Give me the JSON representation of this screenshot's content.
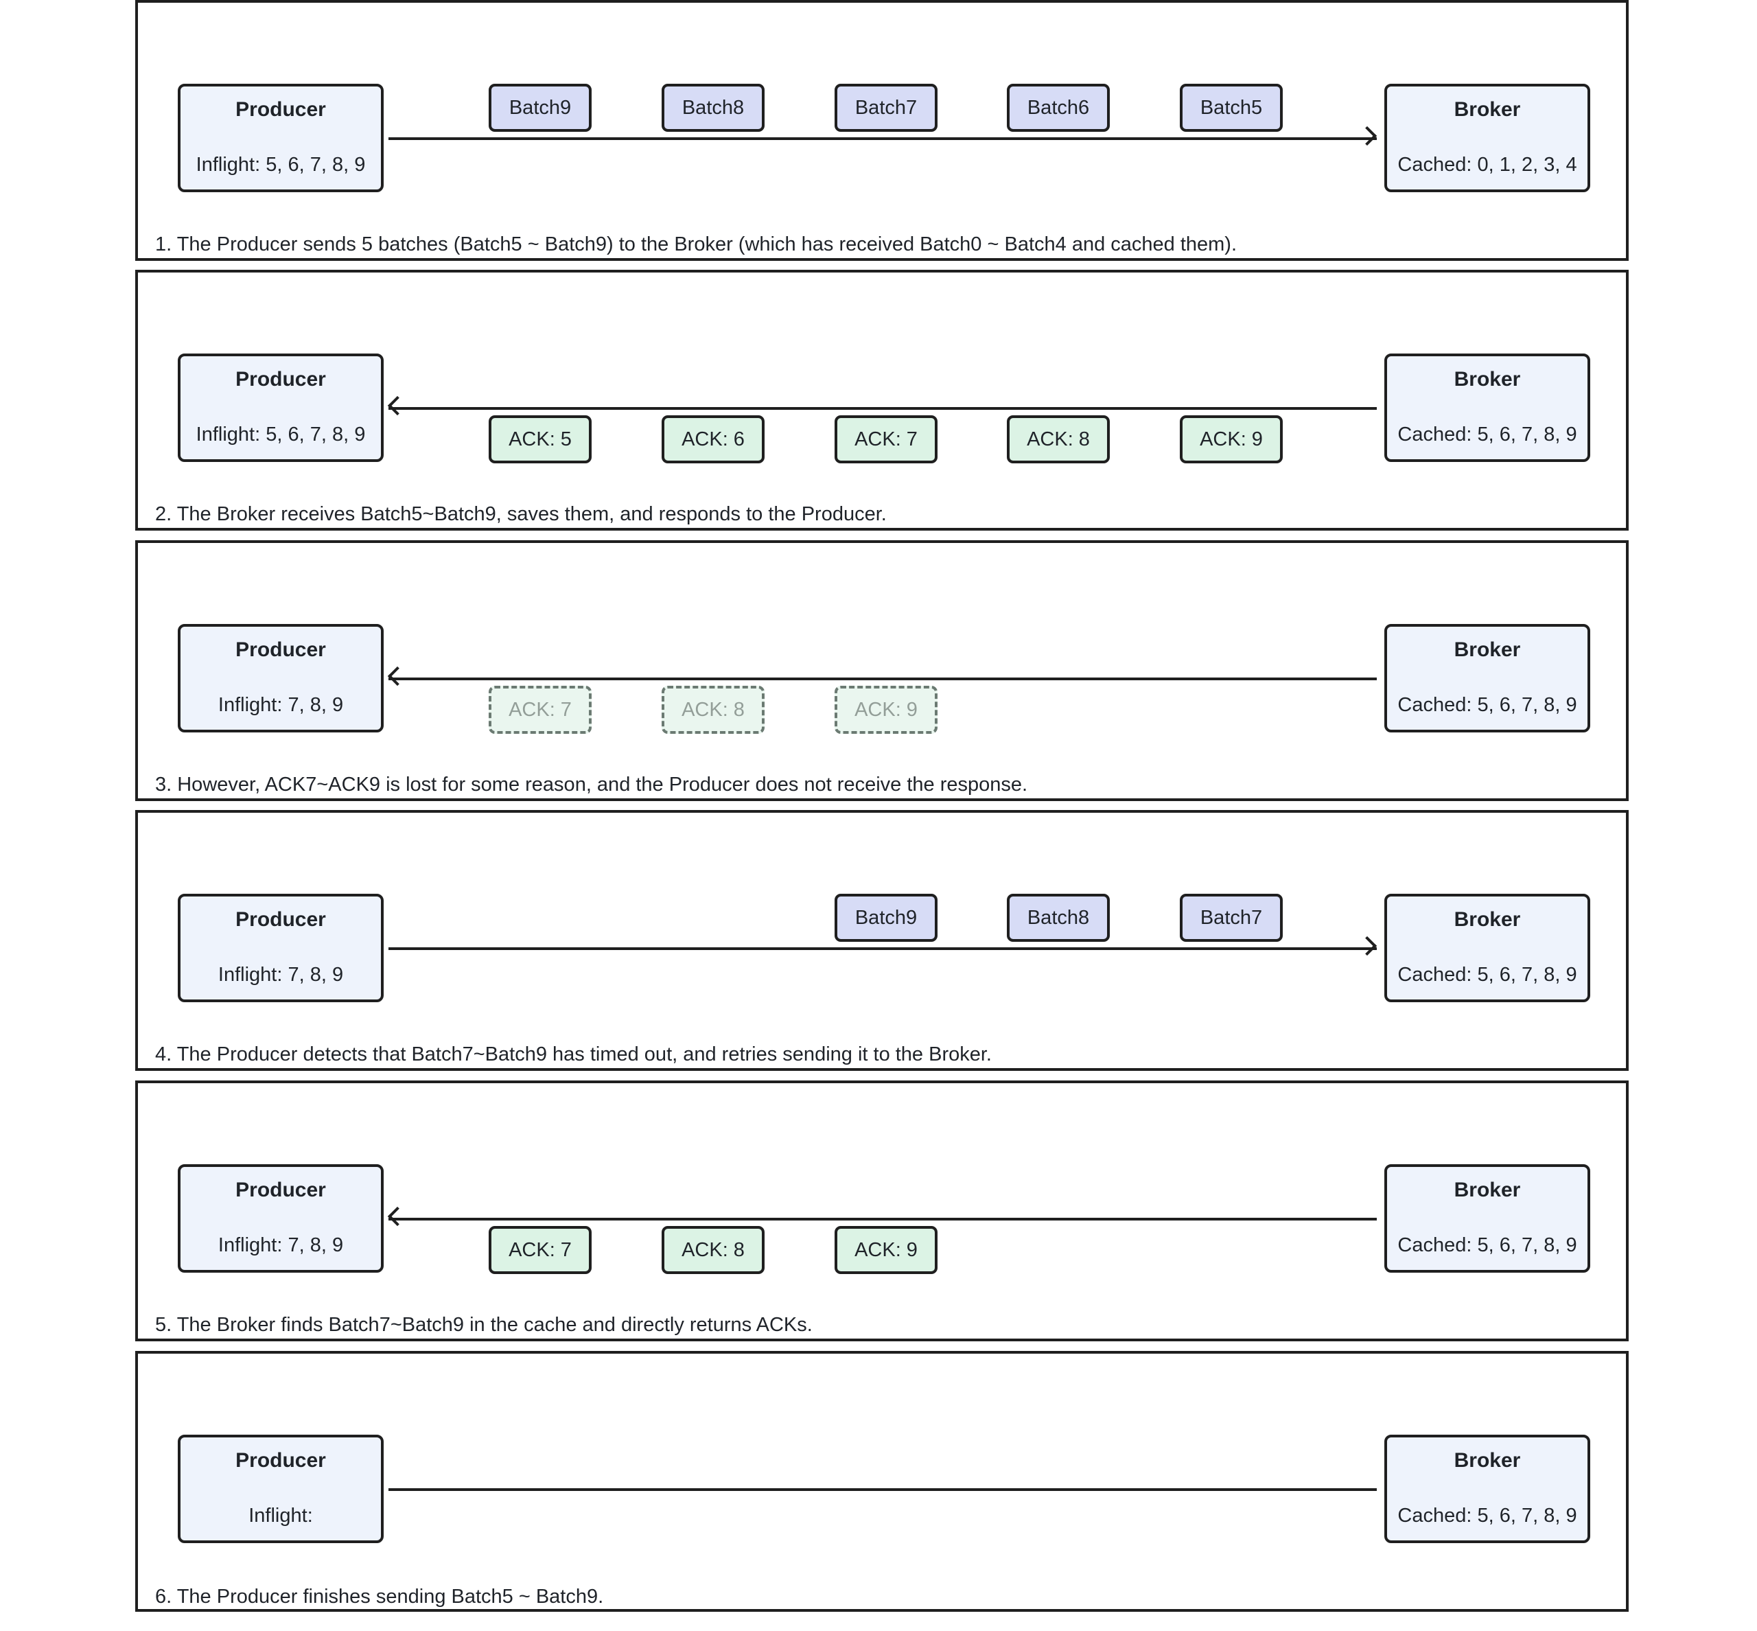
{
  "panels": [
    {
      "producer": {
        "title": "Producer",
        "info": "Inflight: 5, 6, 7, 8, 9"
      },
      "broker": {
        "title": "Broker",
        "info": "Cached: 0, 1, 2, 3, 4"
      },
      "messages": [
        "Batch9",
        "Batch8",
        "Batch7",
        "Batch6",
        "Batch5"
      ],
      "caption": "1. The Producer sends 5 batches (Batch5 ~ Batch9) to the Broker (which has received Batch0 ~ Batch4 and cached them)."
    },
    {
      "producer": {
        "title": "Producer",
        "info": "Inflight: 5, 6, 7, 8, 9"
      },
      "broker": {
        "title": "Broker",
        "info": "Cached: 5, 6, 7, 8, 9"
      },
      "messages": [
        "ACK: 5",
        "ACK: 6",
        "ACK: 7",
        "ACK: 8",
        "ACK: 9"
      ],
      "caption": "2. The Broker receives Batch5~Batch9, saves them, and responds to the Producer."
    },
    {
      "producer": {
        "title": "Producer",
        "info": "Inflight: 7, 8, 9"
      },
      "broker": {
        "title": "Broker",
        "info": "Cached: 5, 6, 7, 8, 9"
      },
      "messages": [
        "ACK: 7",
        "ACK: 8",
        "ACK: 9"
      ],
      "caption": "3. However, ACK7~ACK9 is lost for some reason, and the Producer does not receive the response."
    },
    {
      "producer": {
        "title": "Producer",
        "info": "Inflight: 7, 8, 9"
      },
      "broker": {
        "title": "Broker",
        "info": "Cached: 5, 6, 7, 8, 9"
      },
      "messages": [
        "Batch9",
        "Batch8",
        "Batch7"
      ],
      "caption": "4. The Producer detects that Batch7~Batch9 has timed out, and retries sending it to the Broker."
    },
    {
      "producer": {
        "title": "Producer",
        "info": "Inflight: 7, 8, 9"
      },
      "broker": {
        "title": "Broker",
        "info": "Cached: 5, 6, 7, 8, 9"
      },
      "messages": [
        "ACK: 7",
        "ACK: 8",
        "ACK: 9"
      ],
      "caption": "5. The Broker finds Batch7~Batch9 in the cache and directly returns ACKs."
    },
    {
      "producer": {
        "title": "Producer",
        "info": "Inflight:"
      },
      "broker": {
        "title": "Broker",
        "info": "Cached: 5, 6, 7, 8, 9"
      },
      "messages": [],
      "caption": "6. The Producer finishes sending Batch5 ~ Batch9."
    }
  ]
}
